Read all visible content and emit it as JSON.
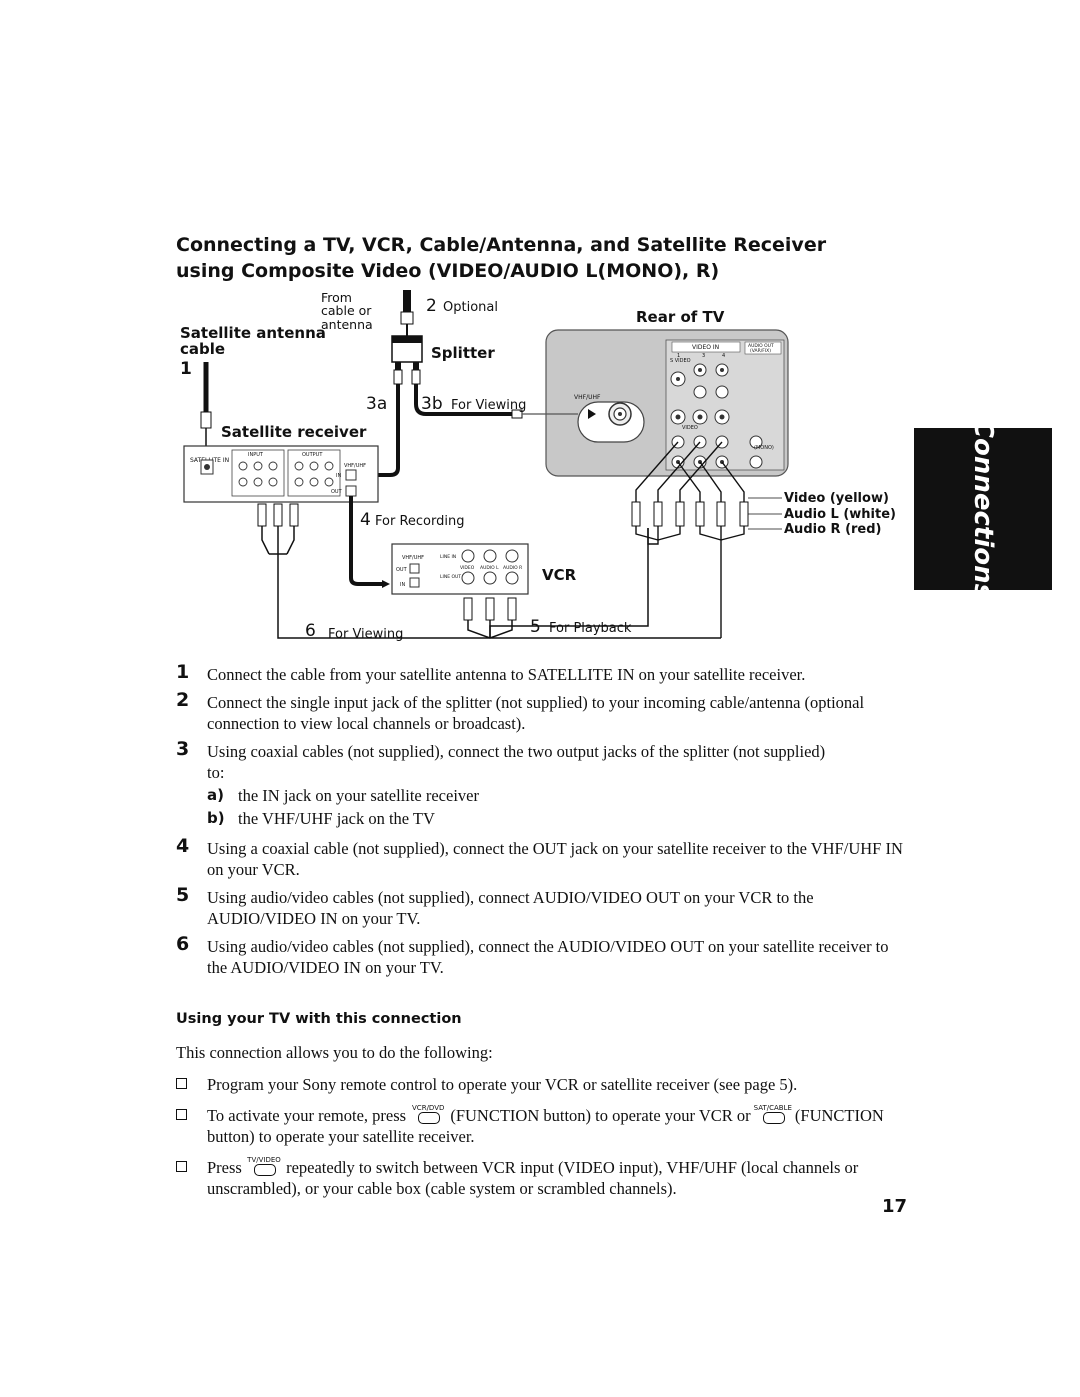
{
  "heading": {
    "line1": "Connecting a TV, VCR, Cable/Antenna, and Satellite Receiver",
    "line2": "using Composite Video (VIDEO/AUDIO L(MONO), R)"
  },
  "side_tab": "Connections",
  "diagram": {
    "from_cable_line1": "From",
    "from_cable_line2": "cable or",
    "from_cable_line3": "antenna",
    "optional_num": "2",
    "optional": "Optional",
    "rear_of_tv": "Rear of TV",
    "satellite_antenna_line1": "Satellite antenna",
    "satellite_antenna_line2": "cable",
    "num1": "1",
    "splitter": "Splitter",
    "label_3a": "3a",
    "label_3b": "3b",
    "for_viewing_3b": "For Viewing",
    "satellite_receiver": "Satellite receiver",
    "satellite_in": "SATELLITE IN",
    "receiver_input": "INPUT",
    "receiver_output": "OUTPUT",
    "vhf_uhf": "VHF/UHF",
    "in": "IN",
    "out": "OUT",
    "tv_vhf_uhf": "VHF/UHF",
    "tv_video_in": "VIDEO IN",
    "tv_audio_out": "AUDIO OUT",
    "tv_var_fix": "(VAR/FIX)",
    "tv_s_video": "S VIDEO",
    "tv_video": "VIDEO",
    "tv_mono": "(MONO)",
    "tv_jack_1": "1",
    "tv_jack_3": "3",
    "tv_jack_4": "4",
    "video_yellow": "Video (yellow)",
    "audio_l_white": "Audio L (white)",
    "audio_r_red": "Audio R (red)",
    "for_recording_num": "4",
    "for_recording": "For Recording",
    "vcr": "VCR",
    "vcr_line_in": "LINE IN",
    "vcr_line_out": "LINE OUT",
    "vcr_video": "VIDEO",
    "vcr_audio_l": "AUDIO L",
    "vcr_audio_r": "AUDIO R",
    "for_viewing_6_num": "6",
    "for_viewing_6": "For Viewing",
    "for_playback_num": "5",
    "for_playback": "For Playback"
  },
  "steps": [
    {
      "num": "1",
      "text": "Connect the cable from your satellite antenna to SATELLITE IN on your satellite receiver."
    },
    {
      "num": "2",
      "text": "Connect the single input jack of the splitter (not supplied) to your incoming cable/antenna (optional connection to view local channels or broadcast)."
    },
    {
      "num": "3",
      "text": "Using coaxial cables (not supplied), connect the two output jacks of the splitter (not supplied) to:"
    },
    {
      "num": "4",
      "text": "Using a coaxial cable (not supplied), connect the OUT jack on your satellite receiver to the VHF/UHF IN on your VCR."
    },
    {
      "num": "5",
      "text": "Using audio/video cables (not supplied), connect AUDIO/VIDEO OUT on your VCR to the AUDIO/VIDEO IN on your TV."
    },
    {
      "num": "6",
      "text": "Using audio/video cables (not supplied), connect the AUDIO/VIDEO OUT on your satellite receiver to the AUDIO/VIDEO IN on your TV."
    }
  ],
  "substeps": [
    {
      "letter": "a)",
      "text": "the IN jack on your satellite receiver"
    },
    {
      "letter": "b)",
      "text": "the VHF/UHF jack on the TV"
    }
  ],
  "subheading": "Using your TV with this connection",
  "intro": "This connection allows you to do the following:",
  "bullets": {
    "b1": "Program your Sony remote control to operate your VCR or satellite receiver (see page 5).",
    "b2_pre": "To activate your remote, press",
    "b2_btn1": "VCR/DVD",
    "b2_mid": "(FUNCTION button) to operate your VCR or",
    "b2_btn2": "SAT/CABLE",
    "b2_post": "(FUNCTION button) to operate your satellite receiver.",
    "b3_pre": "Press",
    "b3_btn": "TV/VIDEO",
    "b3_post": "repeatedly to switch between VCR input (VIDEO input), VHF/UHF (local channels or unscrambled), or your cable box (cable system or scrambled channels)."
  },
  "page_number": "17"
}
